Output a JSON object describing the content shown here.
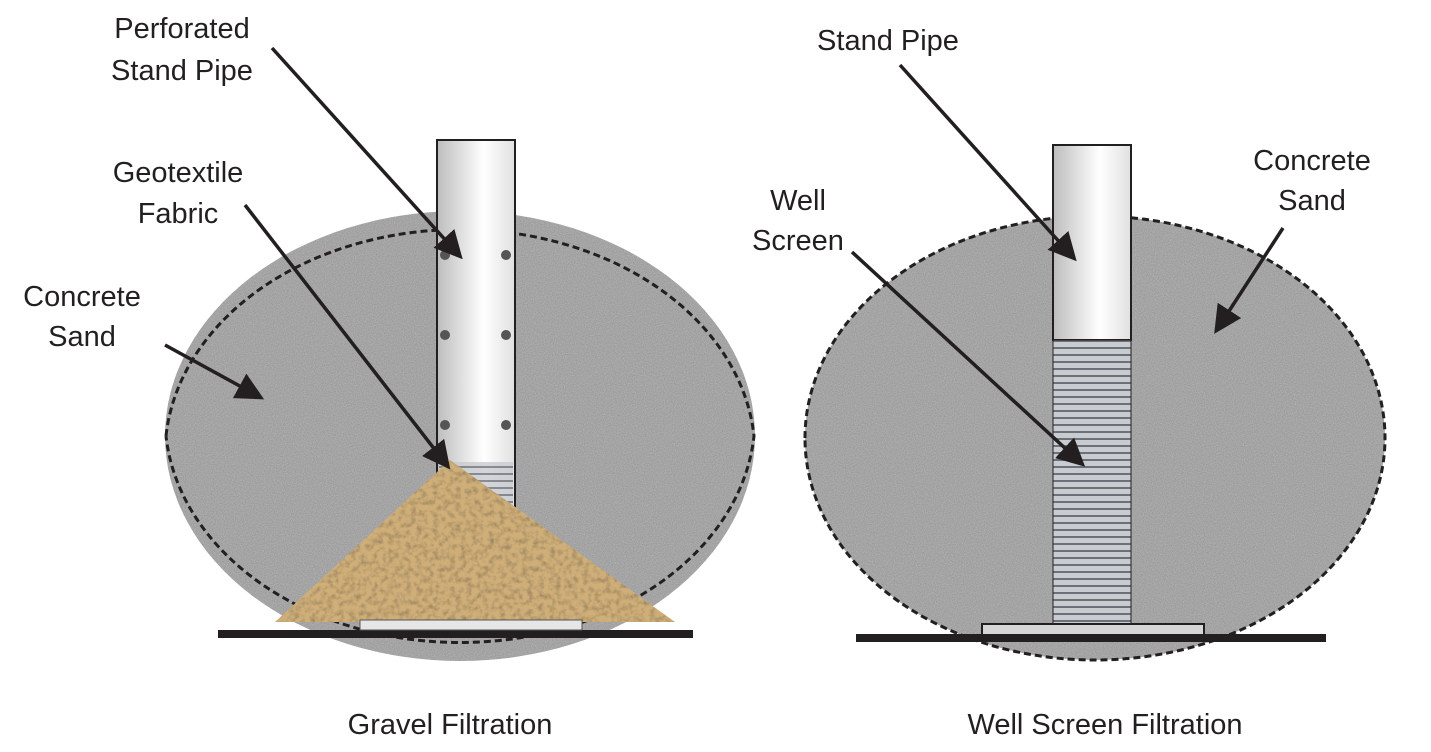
{
  "left": {
    "title": "Gravel Filtration",
    "labels": {
      "perforated_line1": "Perforated",
      "perforated_line2": "Stand Pipe",
      "geotextile_line1": "Geotextile",
      "geotextile_line2": "Fabric",
      "sand_line1": "Concrete",
      "sand_line2": "Sand"
    }
  },
  "right": {
    "title": "Well Screen Filtration",
    "labels": {
      "standpipe": "Stand Pipe",
      "screen_line1": "Well",
      "screen_line2": "Screen",
      "sand_line1": "Concrete",
      "sand_line2": "Sand"
    }
  },
  "colors": {
    "sand": "#8c8c8c",
    "gravel": "#c9a66b",
    "line": "#231f20"
  }
}
